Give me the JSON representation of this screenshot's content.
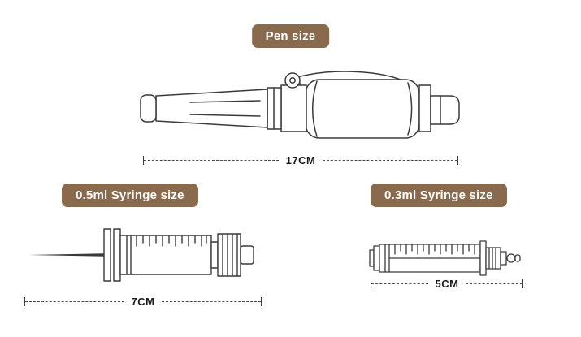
{
  "colors": {
    "background": "#ffffff",
    "badge_bg": "#8a6a4c",
    "badge_text": "#ffffff",
    "outline": "#3a3a3a"
  },
  "pen": {
    "label": "Pen size",
    "dimension": "17CM"
  },
  "syringe_large": {
    "label": "0.5ml Syringe size",
    "dimension": "7CM"
  },
  "syringe_small": {
    "label": "0.3ml Syringe size",
    "dimension": "5CM"
  }
}
